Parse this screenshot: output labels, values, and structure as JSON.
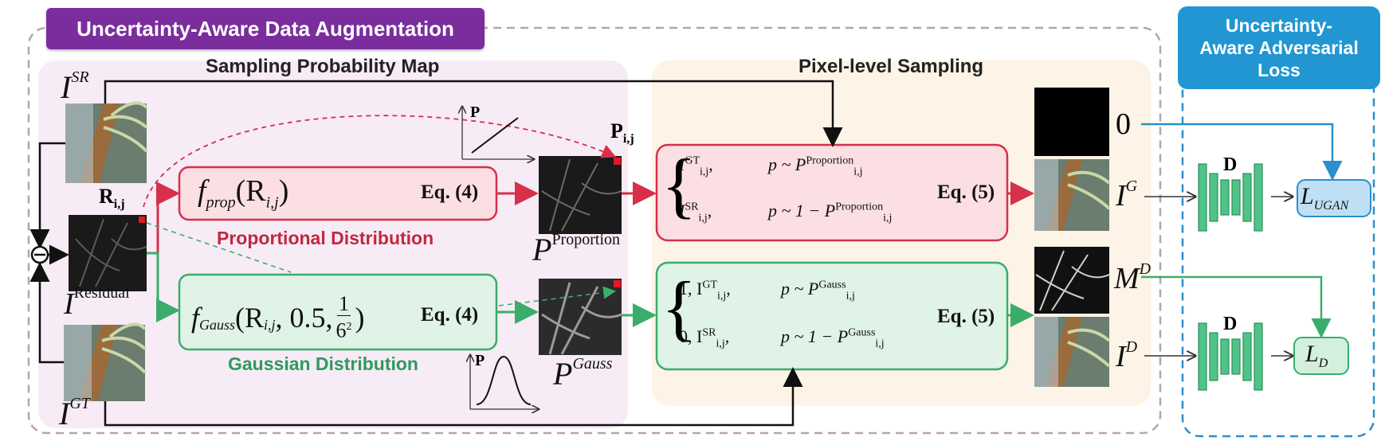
{
  "banners": {
    "augmentation": "Uncertainty-Aware Data Augmentation",
    "loss": "Uncertainty-Aware Adversarial Loss"
  },
  "panels": {
    "sampling_map": "Sampling Probability Map",
    "pixel_sampling": "Pixel-level Sampling"
  },
  "images": {
    "sr": "I",
    "sr_sup": "SR",
    "gt": "I",
    "gt_sup": "GT",
    "residual": "I",
    "residual_sup": "Residual",
    "r_ij": "R",
    "r_ij_sub": "i,j",
    "p_ij": "P",
    "p_ij_sub": "i,j",
    "p_proportion": "P",
    "p_proportion_sup": "Proportion",
    "p_gauss": "P",
    "p_gauss_sup": "Gauss"
  },
  "functions": {
    "prop_f": "f",
    "prop_sub": "prop",
    "prop_arg": "(R",
    "prop_arg_sub": "i,j",
    "prop_close": ")",
    "gauss_f": "f",
    "gauss_sub": "Gauss",
    "gauss_arg": "(R",
    "gauss_arg_sub": "i,j",
    "gauss_mid": ", 0.5,",
    "gauss_num": "1",
    "gauss_den": "6",
    "gauss_den_sup": "2",
    "gauss_close": ")",
    "eq4": "Eq. (4)",
    "eq5": "Eq. (5)"
  },
  "distributions": {
    "proportional": "Proportional Distribution",
    "gaussian": "Gaussian Distribution"
  },
  "plots": {
    "axis_label": "P"
  },
  "cases": {
    "prop_row1_lhs": "I",
    "prop_row1_sup": "GT",
    "prop_row1_sub": "i,j",
    "prop_row1_rhs": "p ~ P",
    "prop_row1_rhs_sup": "Proportion",
    "prop_row1_rhs_sub": "i,j",
    "prop_row2_lhs": "I",
    "prop_row2_sup": "SR",
    "prop_row2_sub": "i,j",
    "prop_row2_rhs": "p ~ 1 − P",
    "prop_row2_rhs_sup": "Proportion",
    "prop_row2_rhs_sub": "i,j",
    "gauss_row1_prefix": "1, I",
    "gauss_row1_sup": "GT",
    "gauss_row1_sub": "i,j",
    "gauss_row1_rhs": "p ~ P",
    "gauss_row1_rhs_sup": "Gauss",
    "gauss_row1_rhs_sub": "i,j",
    "gauss_row2_prefix": "0, I",
    "gauss_row2_sup": "SR",
    "gauss_row2_sub": "i,j",
    "gauss_row2_rhs": "p ~ 1 − P",
    "gauss_row2_rhs_sup": "Gauss",
    "gauss_row2_rhs_sub": "i,j"
  },
  "outputs": {
    "zero": "0",
    "ig": "I",
    "ig_sup": "G",
    "md": "M",
    "md_sup": "D",
    "id": "I",
    "id_sup": "D",
    "disc": "D",
    "l_ugan": "L",
    "l_ugan_sub": "UGAN",
    "l_d": "L",
    "l_d_sub": "D"
  },
  "colors": {
    "purple": "#7b2d9e",
    "blue": "#2196d3",
    "red": "#d6304a",
    "green": "#3aad6a",
    "disc_green": "#4fc487"
  }
}
